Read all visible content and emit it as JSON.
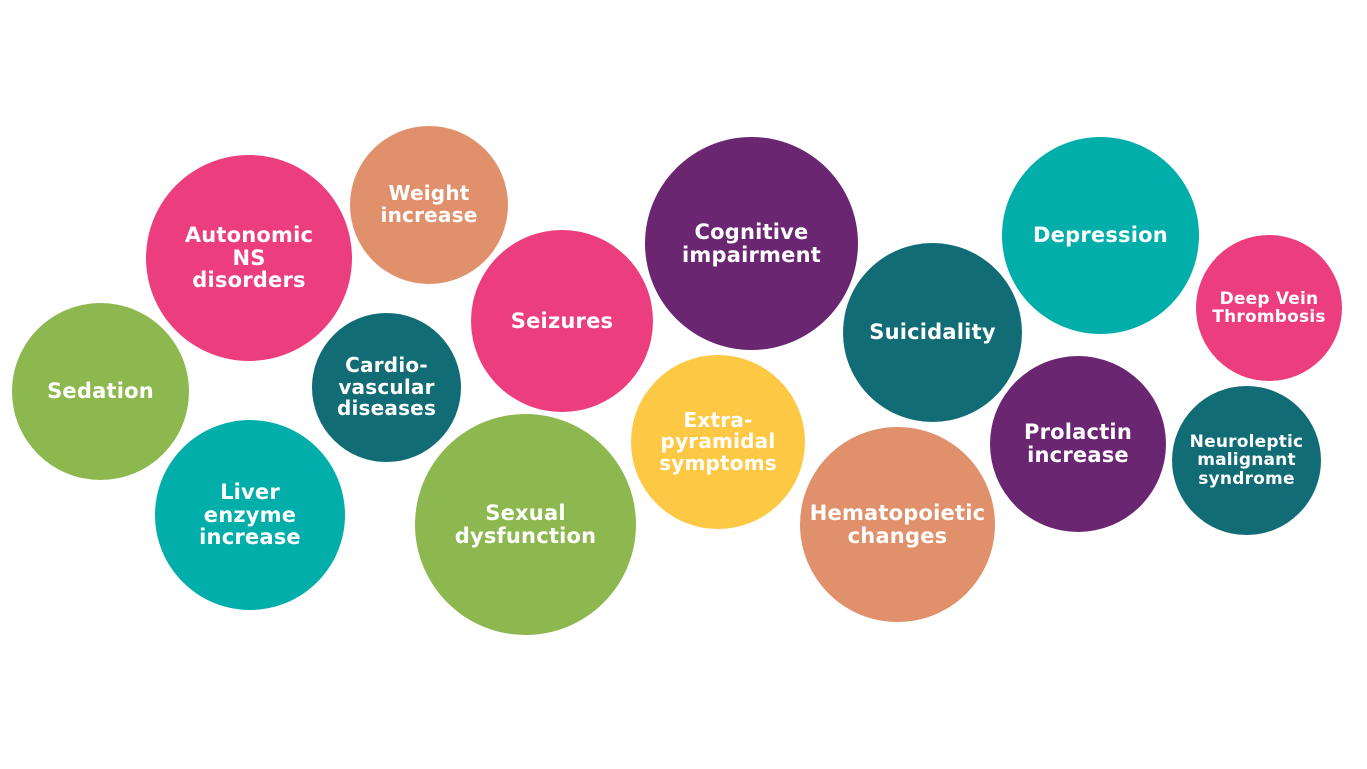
{
  "bubbles": [
    {
      "label": "Autonomic\nNS\ndisorders",
      "color": "#ec3e7f"
    },
    {
      "label": "Weight\nincrease",
      "color": "#e0916b"
    },
    {
      "label": "Sedation",
      "color": "#8db84f"
    },
    {
      "label": "Cardio-\nvascular\ndiseases",
      "color": "#126c75"
    },
    {
      "label": "Seizures",
      "color": "#ec3e7f"
    },
    {
      "label": "Cognitive\nimpairment",
      "color": "#6b2672"
    },
    {
      "label": "Liver\nenzyme\nincrease",
      "color": "#01aeaa"
    },
    {
      "label": "Sexual\ndysfunction",
      "color": "#8db84f"
    },
    {
      "label": "Extra-\npyramidal\nsymptoms",
      "color": "#fdc844"
    },
    {
      "label": "Suicidality",
      "color": "#126c75"
    },
    {
      "label": "Depression",
      "color": "#01aeaa"
    },
    {
      "label": "Deep Vein\nThrombosis",
      "color": "#ec3e7f"
    },
    {
      "label": "Hematopoietic\nchanges",
      "color": "#e0916b"
    },
    {
      "label": "Prolactin\nincrease",
      "color": "#6b2672"
    },
    {
      "label": "Neuroleptic\nmalignant\nsyndrome",
      "color": "#126c75"
    }
  ]
}
